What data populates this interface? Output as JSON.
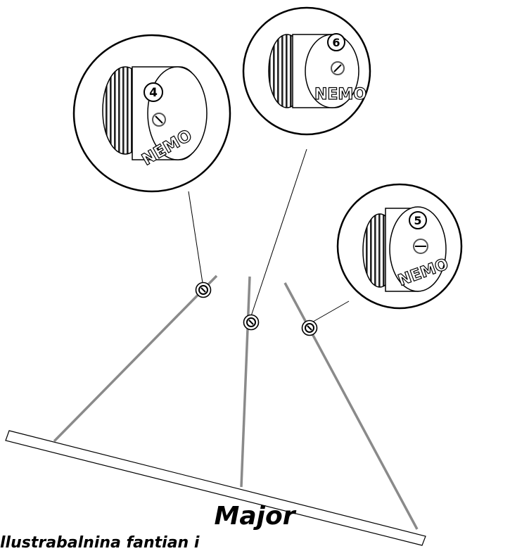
{
  "diagram": {
    "title": "Major",
    "caption": "llustrabalnina fantian i",
    "colors": {
      "line": "#000000",
      "pole": "#8a8a8a",
      "knob_ridge": "#222222",
      "background": "#ffffff"
    },
    "callouts": [
      {
        "number": "4",
        "brand": "NEMO"
      },
      {
        "number": "6",
        "brand": "NEMO"
      },
      {
        "number": "5",
        "brand": "NEMO"
      }
    ]
  }
}
